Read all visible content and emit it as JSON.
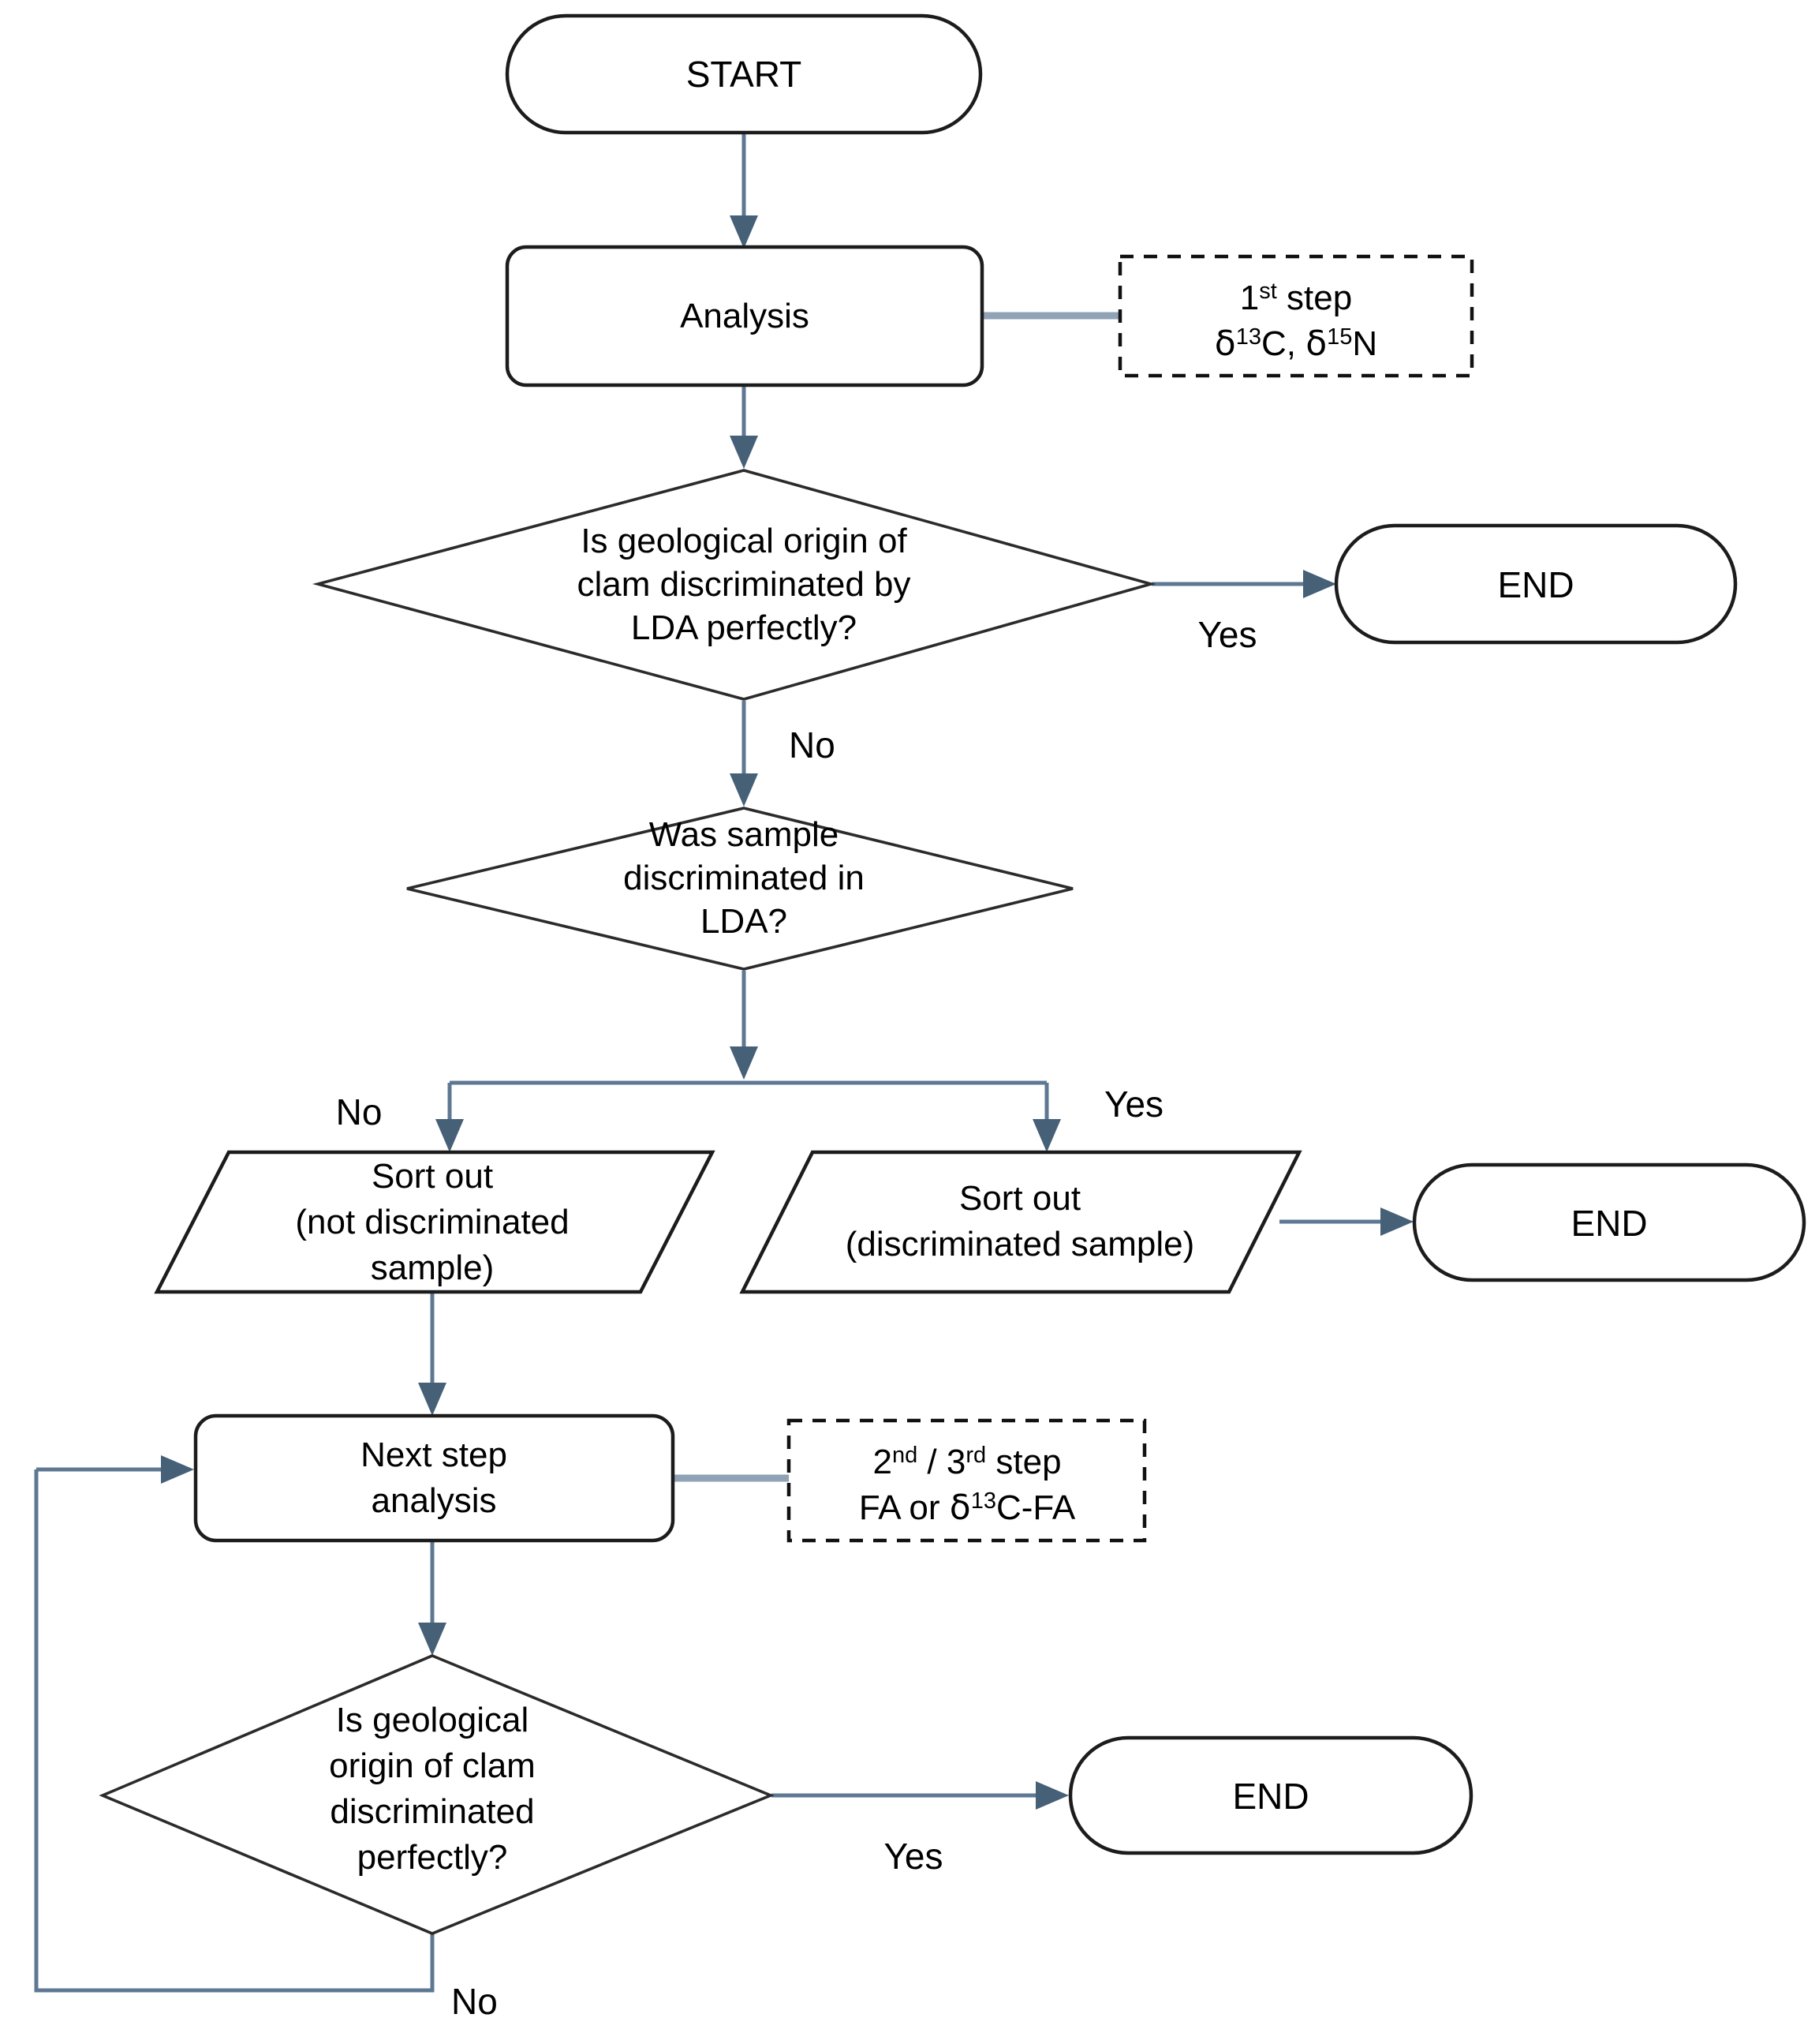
{
  "diagram": {
    "title": "Clam geological origin discrimination flowchart",
    "accent_connector_color": "#5e7893",
    "shape_outline_color": "#1c1c1c",
    "text_color": "#000000",
    "background_color": "#ffffff"
  },
  "nodes": {
    "start": {
      "label": "START",
      "shape": "terminator"
    },
    "analysis": {
      "label": "Analysis",
      "shape": "process"
    },
    "decision1": {
      "shape": "decision",
      "line1": "Is geological  origin of",
      "line2": "clam discriminated by",
      "line3": "LDA perfectly?"
    },
    "end1": {
      "label": "END",
      "shape": "terminator"
    },
    "decision2": {
      "shape": "decision",
      "line1": "Was sample",
      "line2": "discriminated in",
      "line3": "LDA?"
    },
    "sort_not_discriminated": {
      "shape": "data",
      "line1": "Sort out",
      "line2": "(not discriminated",
      "line3": "sample)"
    },
    "sort_discriminated": {
      "shape": "data",
      "line1": "Sort out",
      "line2": "(discriminated sample)"
    },
    "end2": {
      "label": "END",
      "shape": "terminator"
    },
    "next_step": {
      "shape": "process",
      "line1": "Next step",
      "line2": "analysis"
    },
    "decision3": {
      "shape": "decision",
      "line1": "Is geological",
      "line2": "origin of clam",
      "line3": "discriminated",
      "line4": "perfectly?"
    },
    "end3": {
      "label": "END",
      "shape": "terminator"
    }
  },
  "notes": {
    "note_first_step": {
      "line1_main": "1",
      "line1_sup": "st",
      "line1_tail": " step",
      "line2": "δ13C, δ15N",
      "line2_parts": {
        "d1": "δ",
        "sup1": "13",
        "mid1": "C, ",
        "d2": "δ",
        "sup2": "15",
        "tail": "N"
      }
    },
    "note_next_step": {
      "line1_a": "2",
      "line1_sup_a": "nd",
      "line1_mid": " / 3",
      "line1_sup_b": "rd",
      "line1_tail": " step",
      "line2_parts": {
        "head": "FA or ",
        "d": "δ",
        "sup": "13",
        "tail": "C-FA"
      }
    }
  },
  "edge_labels": {
    "d1_yes": "Yes",
    "d1_no": "No",
    "d2_no": "No",
    "d2_yes": "Yes",
    "d3_yes": "Yes",
    "d3_no": "No"
  }
}
